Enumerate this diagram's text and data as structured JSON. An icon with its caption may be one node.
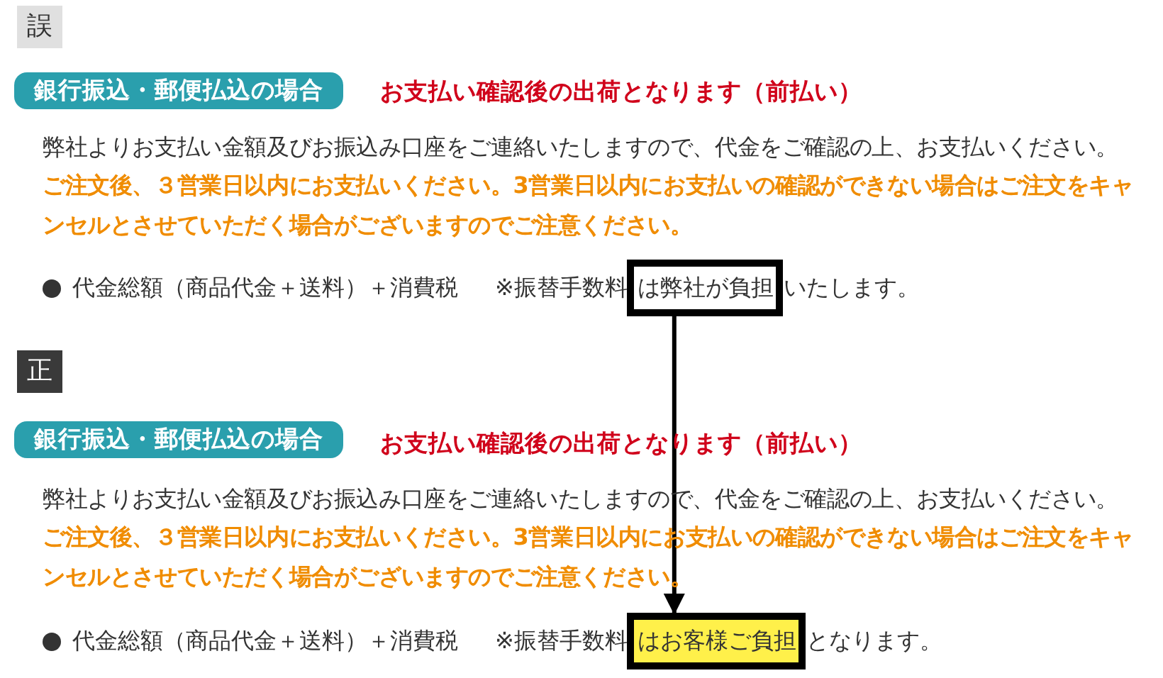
{
  "diagram": {
    "nodes": [
      {
        "text": [
          "誤"
        ]
      },
      {
        "text": [
          "銀行振込・郵便払込の場合"
        ]
      },
      {
        "text": [
          "は弊社が負担"
        ]
      },
      {
        "text": [
          "正"
        ]
      },
      {
        "text": [
          "銀行振込・郵便払込の場合"
        ]
      },
      {
        "text": [
          "はお客様ご負担"
        ]
      }
    ],
    "edges": [
      {
        "from": 2,
        "to": 5,
        "arrow": "to"
      }
    ],
    "labels": [
      "お支払い確認後の出荷となります（前払い）",
      "弊社よりお支払い金額及びお振込み口座をご連絡いたしますので、代金をご確認の上、お支払いください。",
      "ご注文後、３営業日以内にお支払いください。3営業日以内にお支払いの確認ができない場合はご注文をキャンセルとさせていただく場合がございますのでご注意ください。",
      "代金総額（商品代金＋送料）＋消費税",
      "※振替手数料",
      "いたします。",
      "お支払い確認後の出荷となります（前払い）",
      "弊社よりお支払い金額及びお振込み口座をご連絡いたしますので、代金をご確認の上、お支払いください。",
      "ご注文後、３営業日以内にお支払いください。3営業日以内にお支払いの確認ができない場合はご注文をキャンセルとさせていただく場合がございますのでご注意ください。",
      "代金総額（商品代金＋送料）＋消費税",
      "※振替手数料",
      "となります。"
    ]
  }
}
